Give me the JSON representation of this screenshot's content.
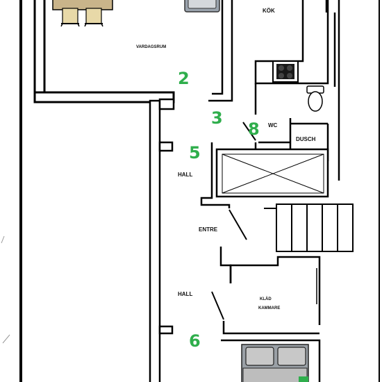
{
  "rooms": {
    "kok": "KÖK",
    "vardagsrum": "VARDAGSRUM",
    "wc": "WC",
    "dusch": "DUSCH",
    "hall_upper": "HALL",
    "entre": "ENTRE",
    "hall_lower": "HALL",
    "klad_line1": "KLÄD",
    "klad_line2": "KAMMARE"
  },
  "markers": {
    "m2": "2",
    "m3": "3",
    "m8": "8",
    "m5": "5",
    "m6": "6"
  },
  "colors": {
    "wall": "#000000",
    "marker": "#2fae4c",
    "furniture": "#c8c8c8",
    "table": "#c9b48a"
  }
}
